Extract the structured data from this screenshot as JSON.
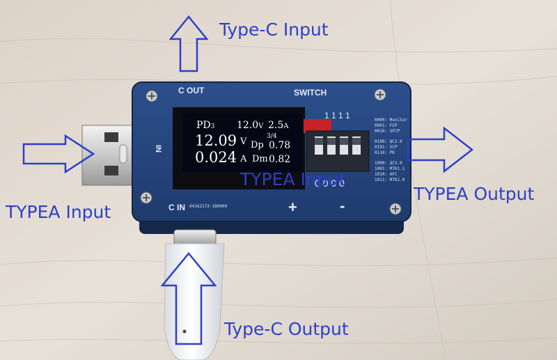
{
  "labels": {
    "typec_input": "Type-C Input",
    "typea_input_left": "TYPEA Input",
    "typea_input_center": "TYPEA Input",
    "typea_output": "TYPEA Output",
    "typec_output": "Type-C Output"
  },
  "board": {
    "c_out": "C OUT",
    "switch": "SWITCH",
    "c_in": "C IN",
    "in": "IN",
    "plus": "+",
    "minus": "-",
    "switch_top": "1 1 1 1",
    "switch_bottom": "0 0 0 0",
    "serial": "04162173-180000",
    "modes": [
      "0000: Monitor",
      "0001: FCP",
      "0010: SFCP",
      "0100: QC2.0",
      "0101: SCP",
      "0110: PD",
      "1000: QC3.0",
      "1001: MTK1.1",
      "1010: AFC",
      "1011: MTK2.0"
    ]
  },
  "screen": {
    "pd": "PD",
    "pd_sub": "3",
    "setting": "12.0",
    "setting_unit": "V",
    "current_limit": "2.5",
    "current_limit_unit": "A",
    "voltage": "12.09",
    "voltage_unit": "V",
    "fraction": "3/4",
    "dp_label": "Dp",
    "dp_value": "0.78",
    "current": "0.024",
    "current_unit": "A",
    "dm_label": "Dm",
    "dm_value": "0.82"
  },
  "colors": {
    "label_blue": "#2E3FC8",
    "board_blue": "#27467f",
    "screen_bg": "#050814"
  },
  "icons": [
    "up-arrow-icon",
    "right-arrow-icon",
    "screw-icon"
  ]
}
